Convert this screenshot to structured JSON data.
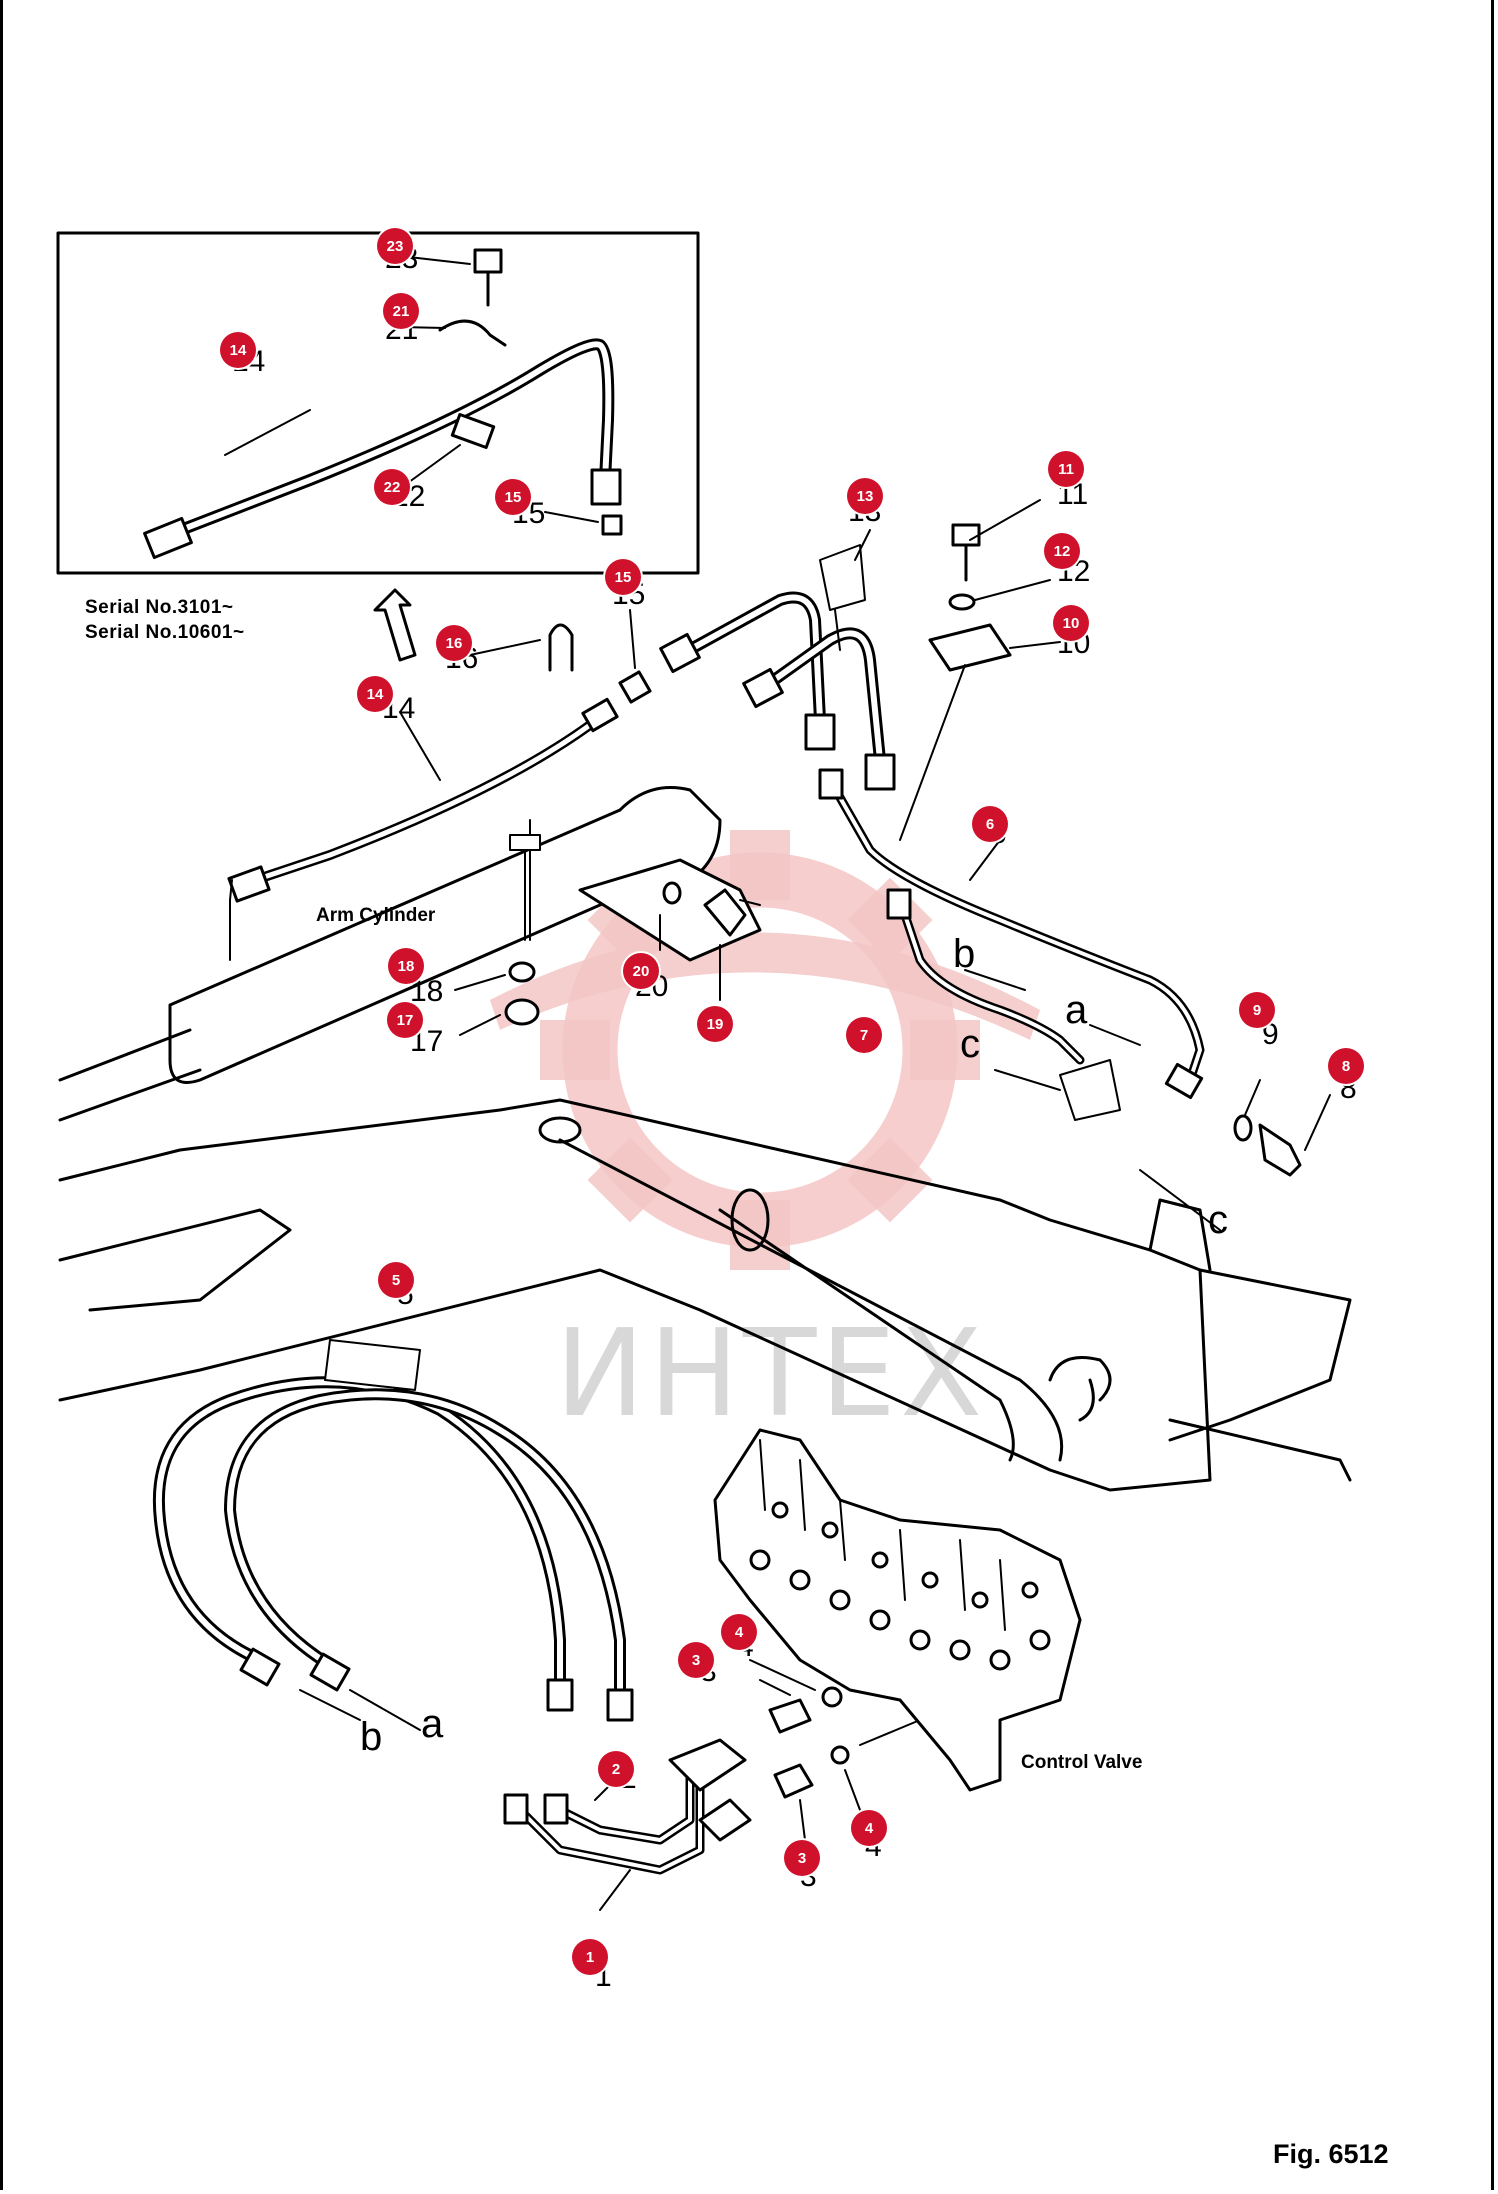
{
  "colors": {
    "marker": "#d0112b",
    "marker_text": "#ffffff",
    "line": "#000000",
    "watermark": "#f2b8b8"
  },
  "texts": {
    "serial_1": "Serial No.3101~",
    "serial_2": "Serial No.10601~",
    "arm_cylinder": "Arm Cylinder",
    "control_valve": "Control Valve",
    "figure": "Fig. 6512",
    "watermark": "ИНТЕХ"
  },
  "letters": [
    "b",
    "a",
    "c",
    "c",
    "b",
    "a"
  ],
  "part_numbers": [
    "23",
    "21",
    "14",
    "22",
    "15",
    "15",
    "13",
    "11",
    "12",
    "10",
    "16",
    "14",
    "6",
    "9",
    "8",
    "18",
    "17",
    "20",
    "5",
    "3",
    "4",
    "2",
    "4",
    "3",
    "1"
  ],
  "markers": [
    "23",
    "21",
    "14",
    "22",
    "15",
    "15",
    "11",
    "13",
    "12",
    "10",
    "16",
    "14",
    "6",
    "9",
    "8",
    "18",
    "17",
    "20",
    "19",
    "7",
    "5",
    "4",
    "3",
    "2",
    "4",
    "3",
    "1"
  ]
}
